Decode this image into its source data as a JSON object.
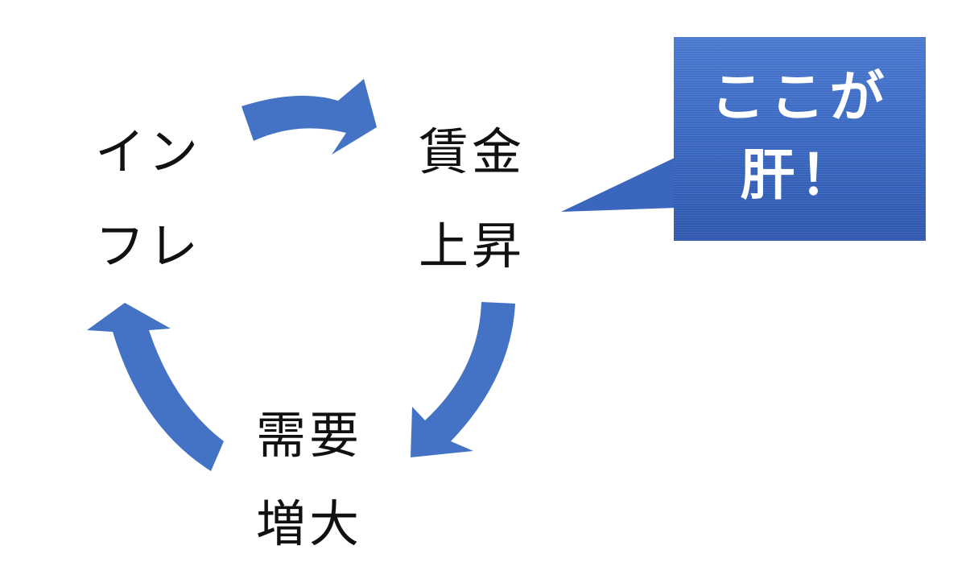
{
  "nodes": {
    "inflation": {
      "line1": "イン",
      "line2": "フレ"
    },
    "wage_rise": {
      "line1": "賃金",
      "line2": "上昇"
    },
    "demand_increase": {
      "line1": "需要",
      "line2": "増大"
    }
  },
  "callout": {
    "line1": "ここが",
    "line2": "肝！"
  },
  "colors": {
    "arrow": "#4472C4",
    "callout_fill": "#3A66BE",
    "label_text": "#111111",
    "callout_text": "#FFFFFF"
  }
}
